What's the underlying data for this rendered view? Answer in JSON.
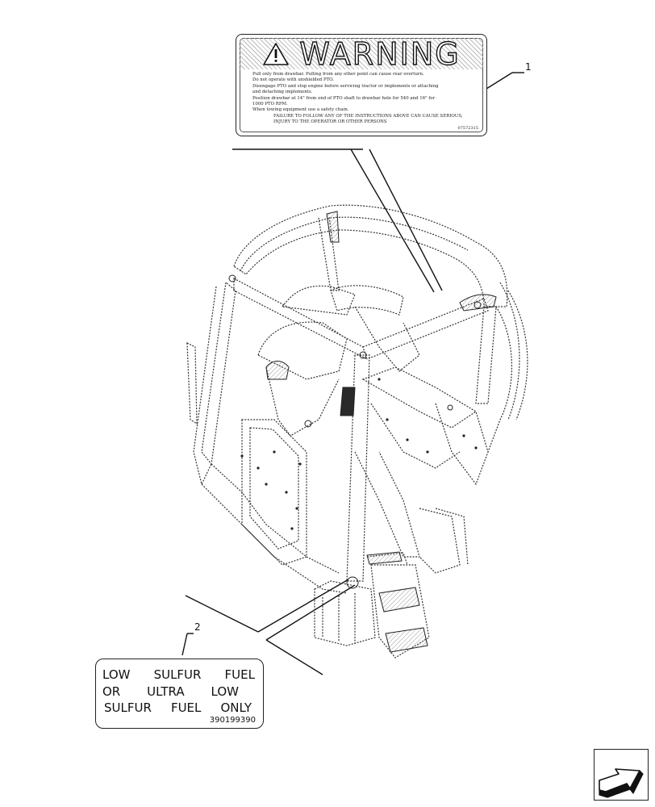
{
  "warning_decal": {
    "title": "WARNING",
    "lines": [
      "Pull only from drawbar. Pulling from any other point can cause rear overturn.",
      "Do not operate with unshielded PTO.",
      "Disengage PTO and stop engine before servicing tractor or implements or attaching",
      "and detaching implements.",
      "Position drawbar at 14\" from end of PTO shaft to drawbar hole for 540 and 16\" for",
      "1000 PTO RPM.",
      "When towing equipment use a safety chain."
    ],
    "footer_lines": [
      "FAILURE TO FOLLOW ANY OF THE INSTRUCTIONS ABOVE CAN CAUSE SERIOUS,",
      "INJURY TO THE OPERATOR OR OTHER PERSONS"
    ],
    "part_code": "07572315"
  },
  "fuel_decal": {
    "rows": [
      [
        "LOW",
        "SULFUR",
        "FUEL"
      ],
      [
        "OR",
        "ULTRA",
        "LOW"
      ],
      [
        "SULFUR",
        "FUEL",
        "ONLY"
      ]
    ],
    "part_code": "390199390"
  },
  "callouts": {
    "item_1": "1",
    "item_2": "2"
  },
  "icons": {
    "warning_symbol": "warning-triangle-icon",
    "navigation": "next-page-arrow-icon"
  },
  "colors": {
    "line": "#222222",
    "dotted": "#555555",
    "fill_dark": "#2a2a2a"
  }
}
